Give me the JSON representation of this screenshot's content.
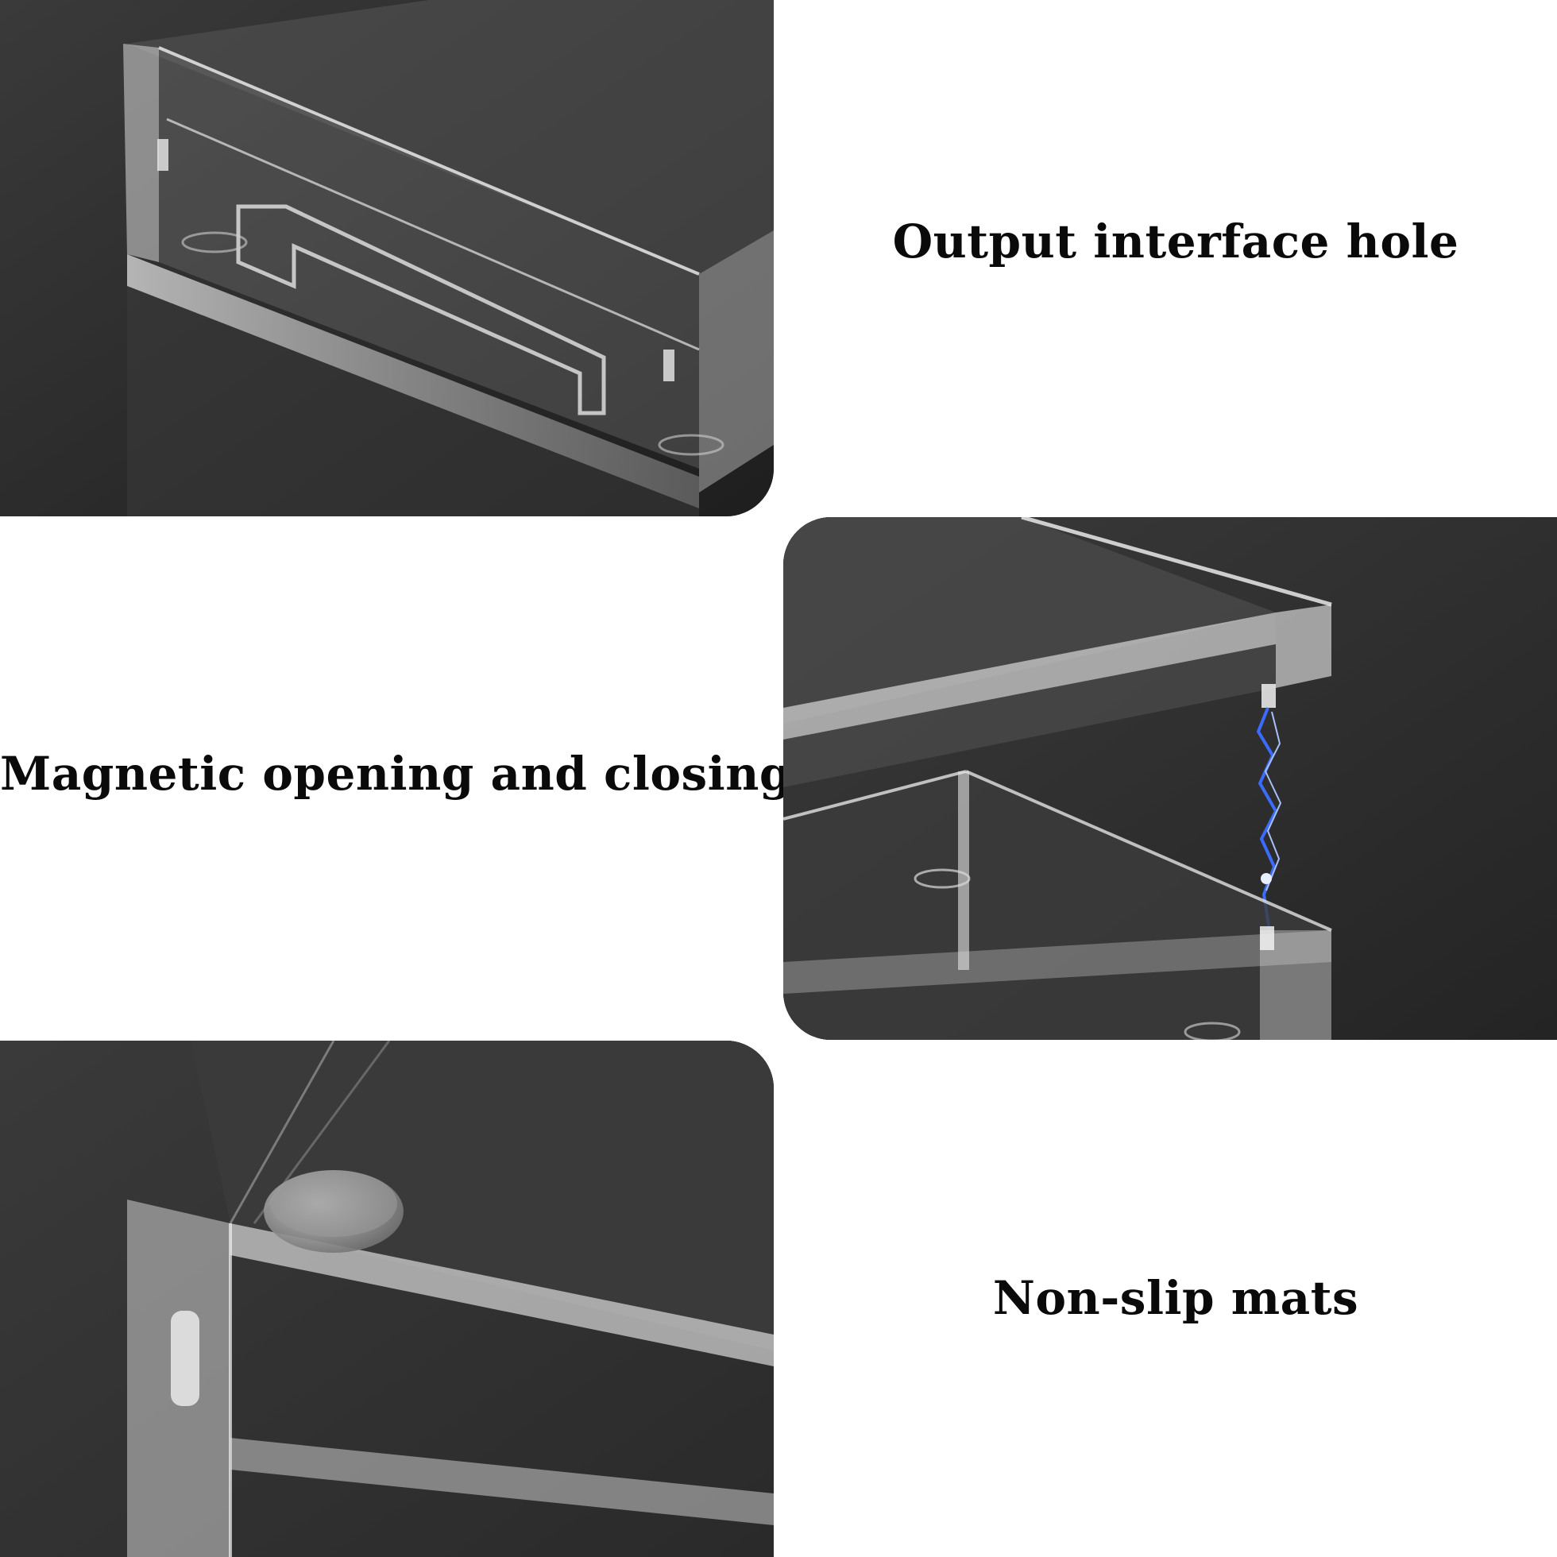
{
  "features": [
    {
      "caption": "Output interface hole",
      "image": "acrylic-case-corner-with-interface-slot"
    },
    {
      "caption": "Magnetic opening and closing",
      "image": "acrylic-lid-magnet-connection-with-spark"
    },
    {
      "caption": "Non-slip mats",
      "image": "acrylic-base-with-rubber-pad"
    }
  ],
  "colors": {
    "background": "#ffffff",
    "panel": "#2b2b2b",
    "caption": "#0a0a0a",
    "spark": "#3b6cff"
  }
}
